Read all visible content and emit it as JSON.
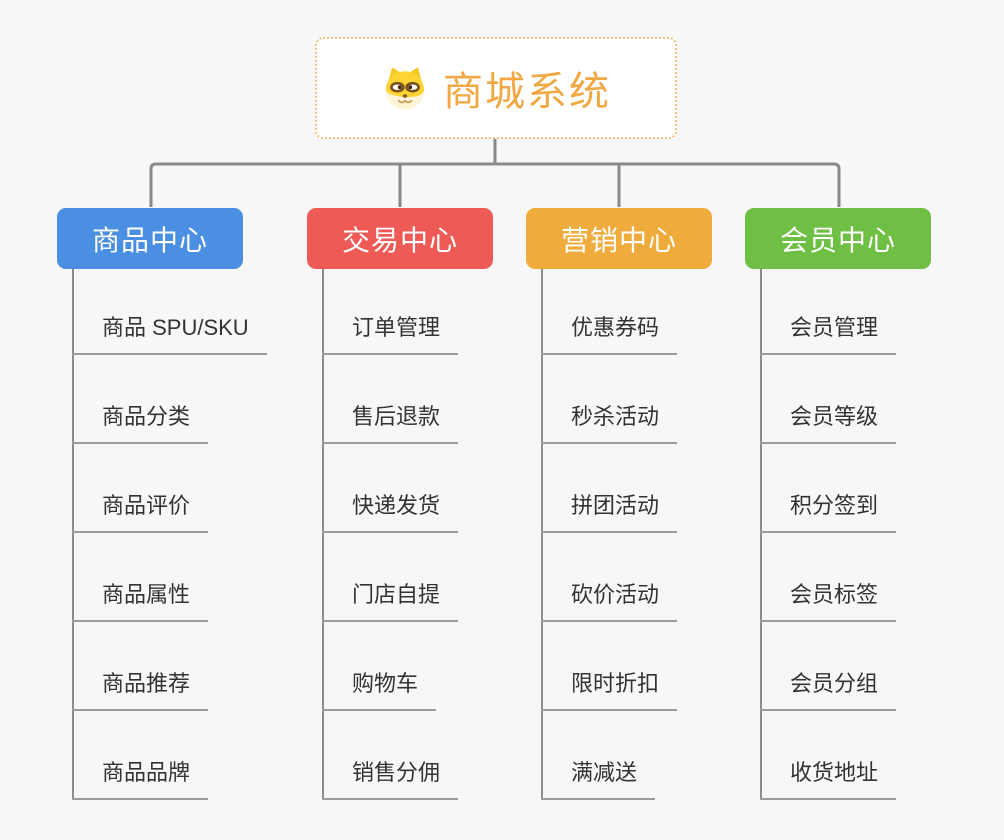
{
  "root": {
    "title": "商城系统",
    "icon": "dog-icon"
  },
  "palette": {
    "background": "#f7f7f7",
    "root_accent": "#f0a843",
    "root_border": "#f2c179",
    "connector": "#8a8a8a",
    "branch_line": "#8c8c8c",
    "leaf_underline": "#9c9c9c",
    "leaf_text": "#333333"
  },
  "branches": [
    {
      "label": "商品中心",
      "color": "#4a8fe2",
      "items": [
        "商品 SPU/SKU",
        "商品分类",
        "商品评价",
        "商品属性",
        "商品推荐",
        "商品品牌"
      ]
    },
    {
      "label": "交易中心",
      "color": "#ee5a55",
      "items": [
        "订单管理",
        "售后退款",
        "快递发货",
        "门店自提",
        "购物车",
        "销售分佣"
      ]
    },
    {
      "label": "营销中心",
      "color": "#efac3d",
      "items": [
        "优惠券码",
        "秒杀活动",
        "拼团活动",
        "砍价活动",
        "限时折扣",
        "满减送"
      ]
    },
    {
      "label": "会员中心",
      "color": "#6fbf44",
      "items": [
        "会员管理",
        "会员等级",
        "积分签到",
        "会员标签",
        "会员分组",
        "收货地址"
      ]
    }
  ]
}
